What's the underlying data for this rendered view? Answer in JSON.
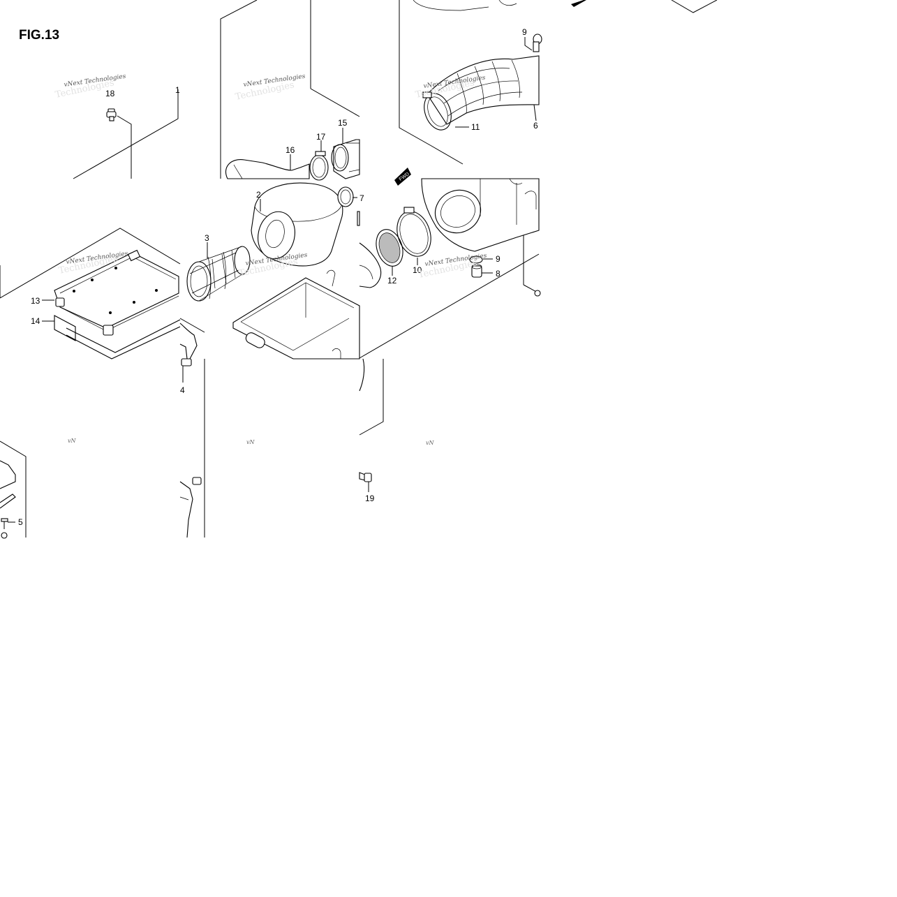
{
  "figure": {
    "title": "FIG.13",
    "callouts": [
      "1",
      "18",
      "16",
      "17",
      "15",
      "2",
      "3",
      "7",
      "13",
      "14",
      "4",
      "5",
      "19",
      "12",
      "10",
      "9",
      "8",
      "9",
      "6",
      "11"
    ],
    "arrow_label": "FWD",
    "watermark": {
      "line1": "vNext Technologies",
      "line2": "Technologies",
      "fragment": "vN"
    }
  }
}
